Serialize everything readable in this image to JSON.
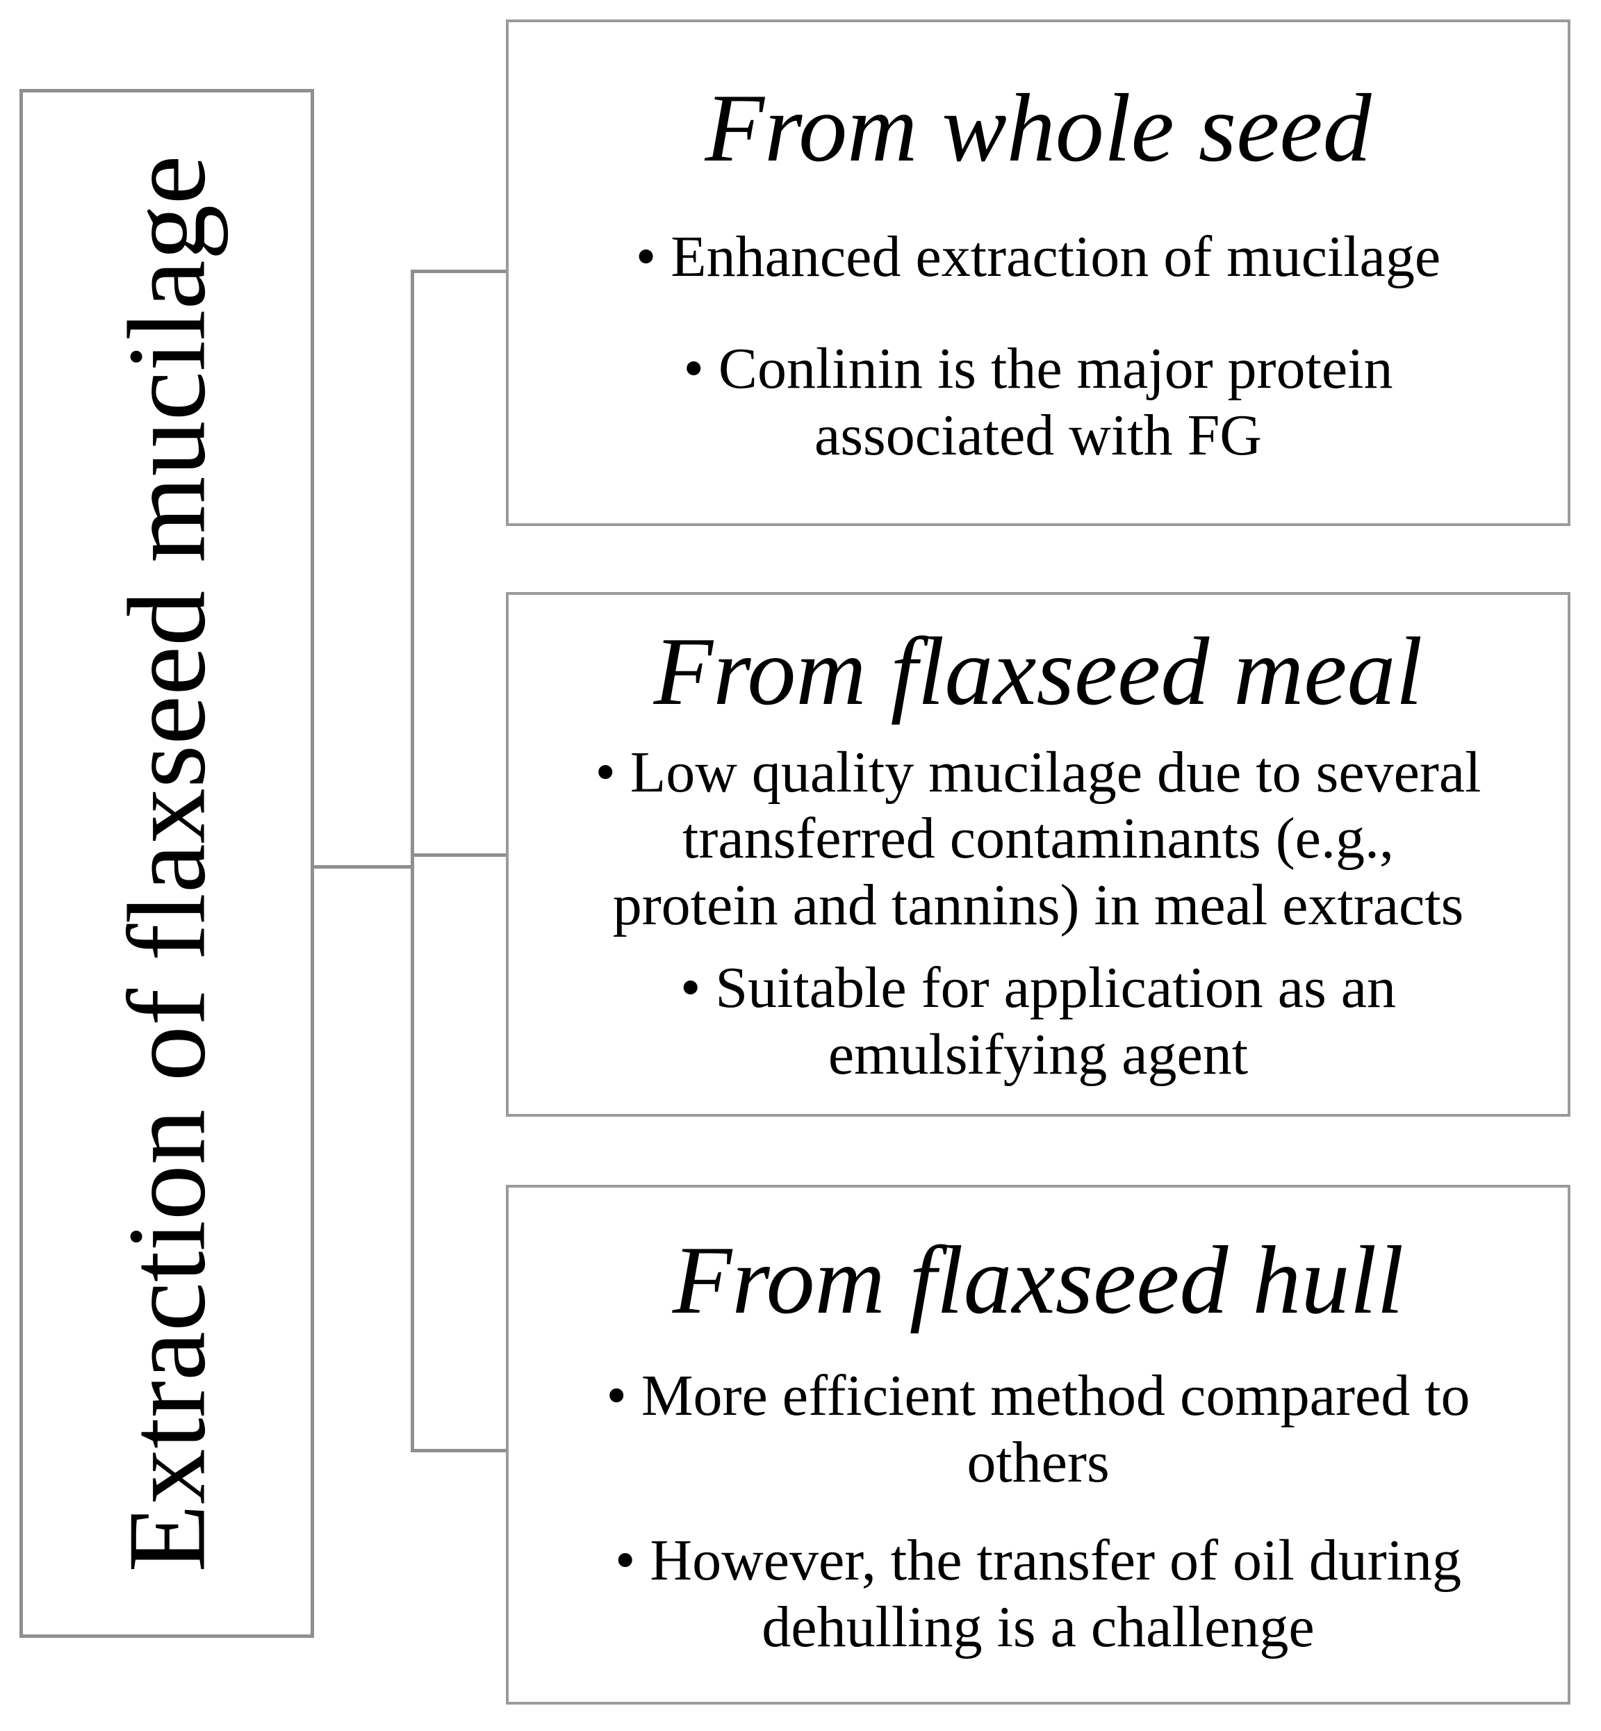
{
  "diagram": {
    "root_label": "Extraction of flaxseed mucilage",
    "branches": [
      {
        "title": "From whole seed",
        "bullets": [
          "• Enhanced extraction of mucilage",
          "• Conlinin is the major protein\nassociated with FG"
        ]
      },
      {
        "title": "From flaxseed meal",
        "bullets": [
          "• Low quality mucilage due to several\ntransferred contaminants (e.g.,\nprotein and tannins) in meal extracts",
          "• Suitable for application as an\nemulsifying agent"
        ]
      },
      {
        "title": "From flaxseed hull",
        "bullets": [
          "• More efficient method compared to\nothers",
          "• However, the transfer of oil during\ndehulling is a challenge"
        ]
      }
    ],
    "colors": {
      "border_gray": "#8f8f8f",
      "box_border_gray": "#9b9b9b",
      "text": "#000000",
      "background": "#ffffff"
    }
  }
}
